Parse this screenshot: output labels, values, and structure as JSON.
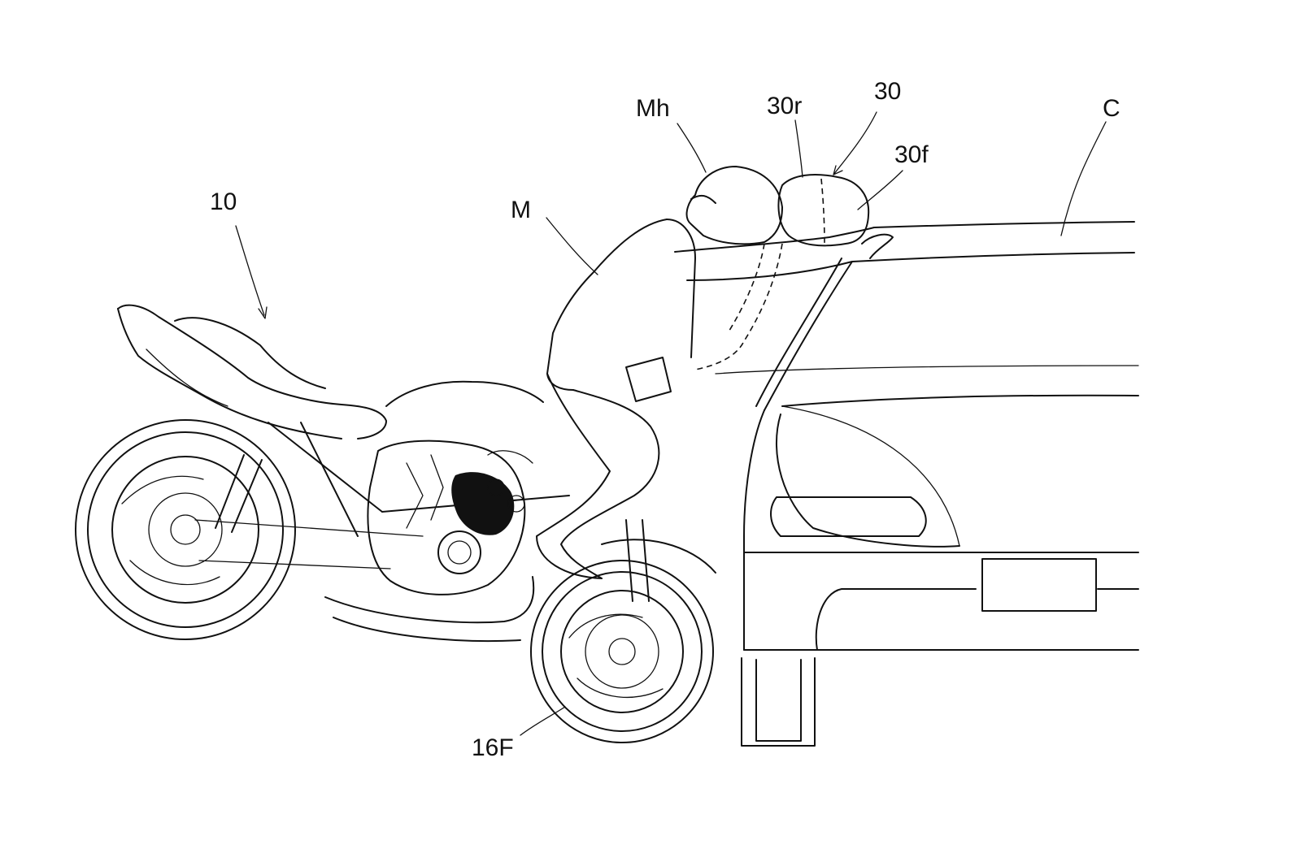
{
  "labels": {
    "motorcycle": "10",
    "rider": "M",
    "rider_head": "Mh",
    "airbag_rear": "30r",
    "airbag": "30",
    "airbag_front": "30f",
    "car": "C",
    "front_wheel": "16F"
  }
}
